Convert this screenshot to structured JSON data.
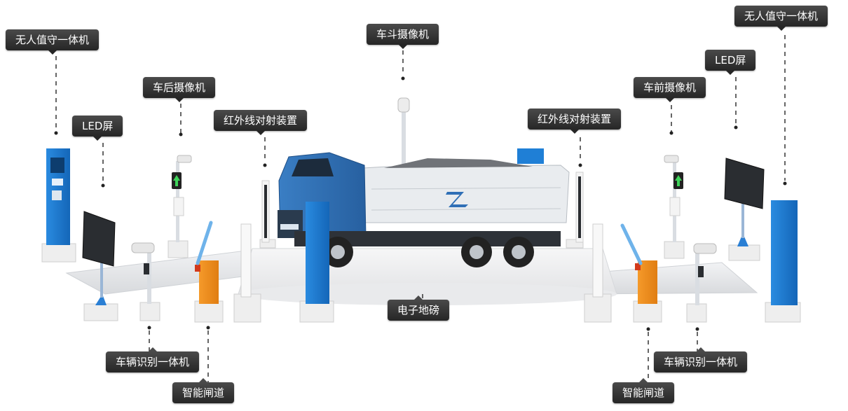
{
  "labels": {
    "unattended_left": "无人值守一体机",
    "led_left": "LED屏",
    "rear_camera": "车后摄像机",
    "ir_left": "红外线对射装置",
    "bucket_camera": "车斗摄像机",
    "ir_right": "红外线对射装置",
    "front_camera": "车前摄像机",
    "led_right": "LED屏",
    "unattended_right": "无人值守一体机",
    "plate_recognition_left": "车辆识别一体机",
    "gate_left": "智能闸道",
    "scale": "电子地磅",
    "plate_recognition_right": "车辆识别一体机",
    "gate_right": "智能闸道"
  },
  "colors": {
    "label_bg": "#2b2b2b",
    "label_text": "#ffffff",
    "kiosk_blue": "#1f7fd6",
    "truck_cab_blue": "#2e6fb5",
    "gate_orange": "#f08a1c",
    "leader_line": "#333333"
  },
  "icons": {
    "truck": "dump-truck-icon",
    "camera": "camera-icon",
    "traffic_light": "green-arrow-signal-icon",
    "logo": "z-logo-icon"
  }
}
